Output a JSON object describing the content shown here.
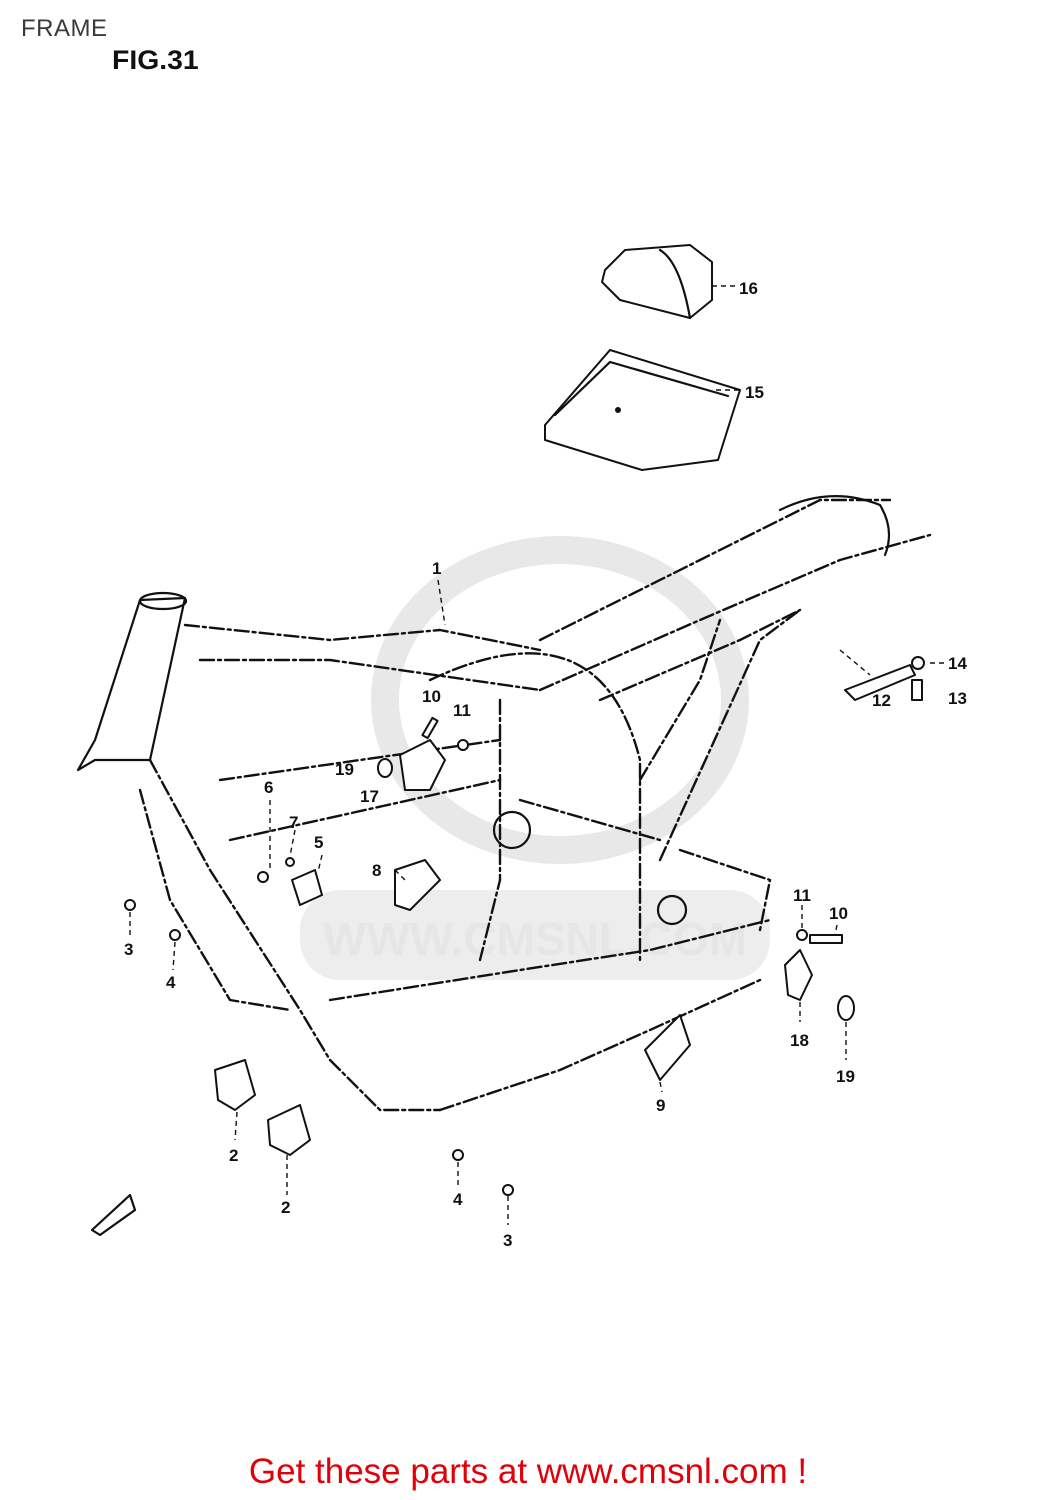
{
  "header": {
    "title": "FRAME",
    "figure": "FIG.31"
  },
  "callouts": [
    {
      "id": "c1",
      "label": "1"
    },
    {
      "id": "c2a",
      "label": "2"
    },
    {
      "id": "c2b",
      "label": "2"
    },
    {
      "id": "c3a",
      "label": "3"
    },
    {
      "id": "c3b",
      "label": "3"
    },
    {
      "id": "c4a",
      "label": "4"
    },
    {
      "id": "c4b",
      "label": "4"
    },
    {
      "id": "c5",
      "label": "5"
    },
    {
      "id": "c6",
      "label": "6"
    },
    {
      "id": "c7",
      "label": "7"
    },
    {
      "id": "c8",
      "label": "8"
    },
    {
      "id": "c9",
      "label": "9"
    },
    {
      "id": "c10a",
      "label": "10"
    },
    {
      "id": "c10b",
      "label": "10"
    },
    {
      "id": "c11a",
      "label": "11"
    },
    {
      "id": "c11b",
      "label": "11"
    },
    {
      "id": "c12",
      "label": "12"
    },
    {
      "id": "c13",
      "label": "13"
    },
    {
      "id": "c14",
      "label": "14"
    },
    {
      "id": "c15",
      "label": "15"
    },
    {
      "id": "c16",
      "label": "16"
    },
    {
      "id": "c17",
      "label": "17"
    },
    {
      "id": "c18",
      "label": "18"
    },
    {
      "id": "c19a",
      "label": "19"
    },
    {
      "id": "c19b",
      "label": "19"
    }
  ],
  "watermark": {
    "text": "WWW.CMSNL.COM",
    "color": "#e4e4e4"
  },
  "footer": {
    "link_text": "Get these parts at www.cmsnl.com !",
    "color": "#e0000a"
  }
}
